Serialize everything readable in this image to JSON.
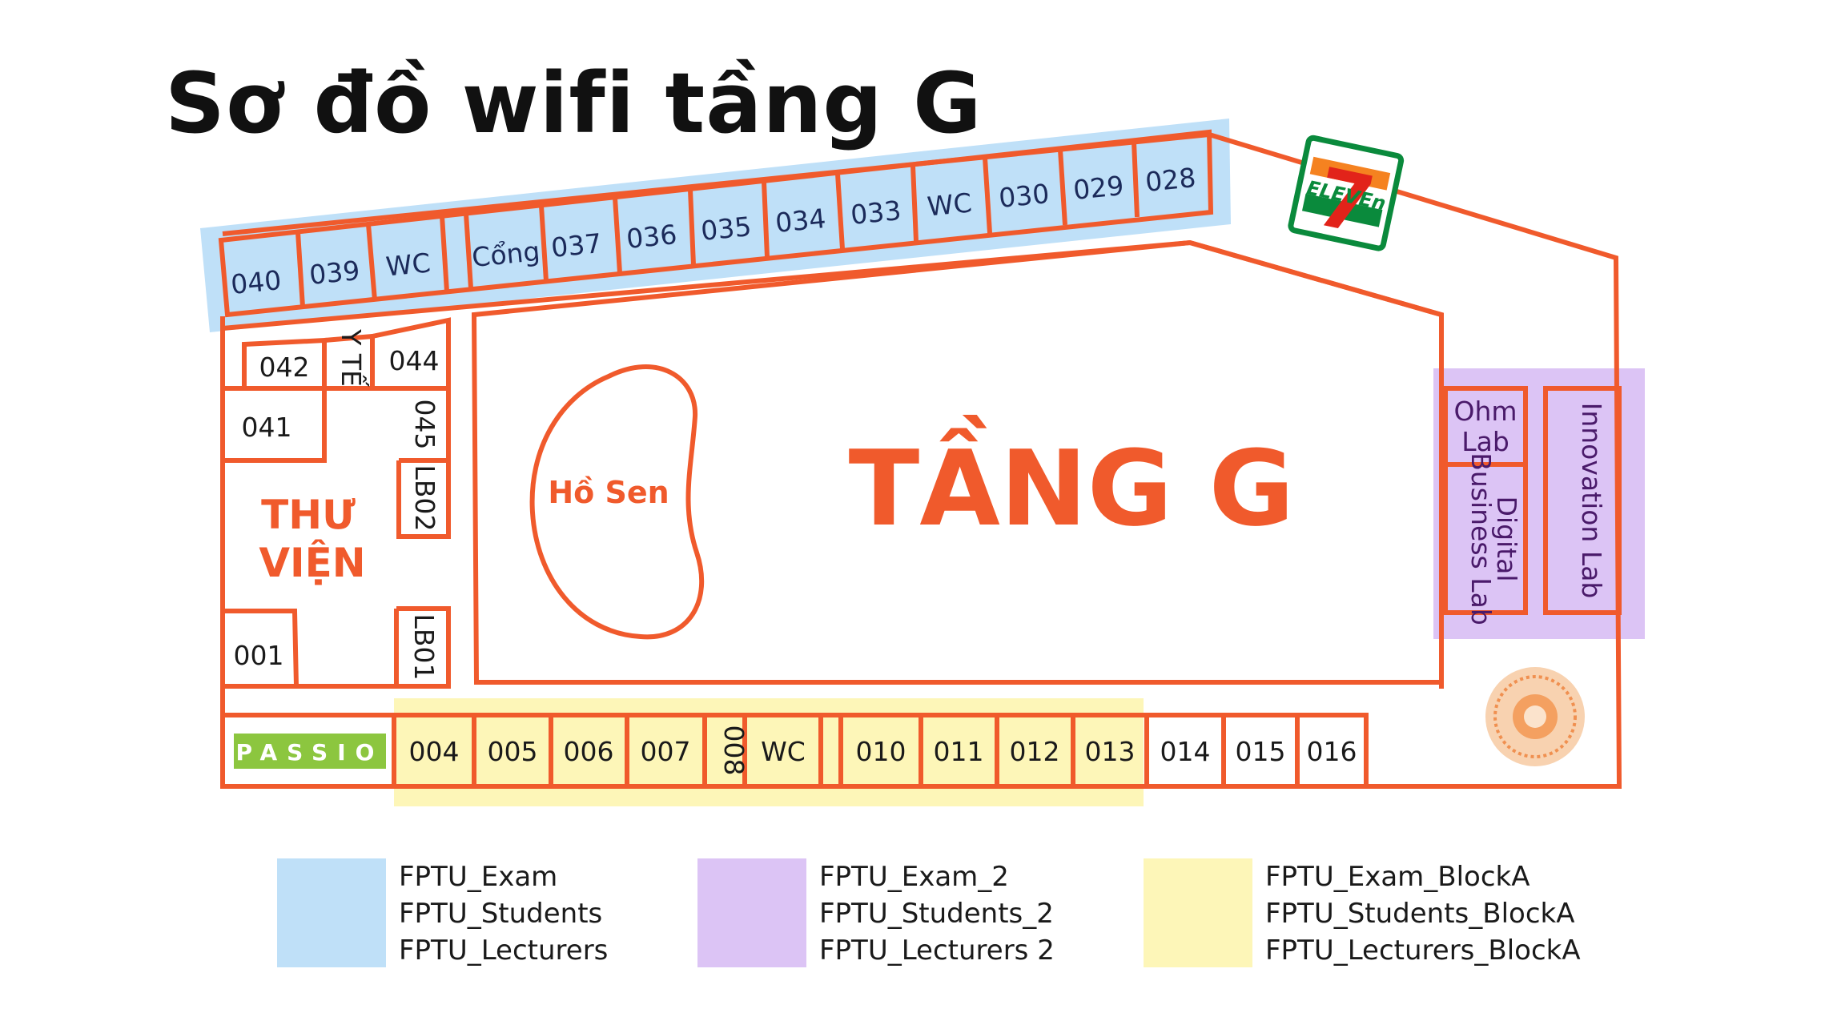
{
  "title": "Sơ đồ wifi tầng G",
  "colors": {
    "wall": "#f05a2c",
    "zone_exam": "#bfe0f8",
    "zone_exam2": "#dcc4f5",
    "zone_blocka": "#fdf6b8",
    "passio_green": "#8cc63f",
    "seven_green": "#0a8a3c",
    "seven_red": "#e2231a",
    "seven_orange": "#f58220"
  },
  "map": {
    "floor_label": "TẦNG G",
    "lake_label": "Hồ Sen",
    "library_label_line1": "THƯ",
    "library_label_line2": "VIỆN",
    "store_logo": {
      "icon": "seven-eleven-logo",
      "text": "ELEVEn",
      "digit": "7"
    },
    "passio_logo": {
      "icon": "passio-logo",
      "text": "PASSIO"
    },
    "seal_icon": "university-seal-icon",
    "top_rooms": [
      {
        "id": "r040",
        "label": "040"
      },
      {
        "id": "r039",
        "label": "039"
      },
      {
        "id": "rwc1",
        "label": "WC"
      },
      {
        "id": "rblank",
        "label": ""
      },
      {
        "id": "rcong",
        "label": "Cổng"
      },
      {
        "id": "r037",
        "label": "037"
      },
      {
        "id": "r036",
        "label": "036"
      },
      {
        "id": "r035",
        "label": "035"
      },
      {
        "id": "r034",
        "label": "034"
      },
      {
        "id": "r033",
        "label": "033"
      },
      {
        "id": "rwc2",
        "label": "WC"
      },
      {
        "id": "r030",
        "label": "030"
      },
      {
        "id": "r029",
        "label": "029"
      },
      {
        "id": "r028",
        "label": "028"
      }
    ],
    "left_rooms": {
      "r042": "042",
      "yte": "Y TẾ",
      "r044": "044",
      "r041": "041",
      "r045": "045",
      "lb02": "LB02",
      "r001": "001",
      "lb01": "LB01"
    },
    "bottom_rooms": [
      {
        "id": "r004",
        "label": "004"
      },
      {
        "id": "r005",
        "label": "005"
      },
      {
        "id": "r006",
        "label": "006"
      },
      {
        "id": "r007",
        "label": "007"
      },
      {
        "id": "r008",
        "label": "008"
      },
      {
        "id": "rwc3",
        "label": "WC"
      },
      {
        "id": "rblank2",
        "label": ""
      },
      {
        "id": "r010",
        "label": "010"
      },
      {
        "id": "r011",
        "label": "011"
      },
      {
        "id": "r012",
        "label": "012"
      },
      {
        "id": "r013",
        "label": "013"
      },
      {
        "id": "r014",
        "label": "014"
      },
      {
        "id": "r015",
        "label": "015"
      },
      {
        "id": "r016",
        "label": "016"
      }
    ],
    "right_rooms": {
      "ohm_line1": "Ohm",
      "ohm_line2": "Lab",
      "digital_line1": "Digital",
      "digital_line2": "Business Lab",
      "innovation": "Innovation Lab"
    }
  },
  "legend": [
    {
      "color": "#bfe0f8",
      "networks": [
        "FPTU_Exam",
        "FPTU_Students",
        "FPTU_Lecturers"
      ]
    },
    {
      "color": "#dcc4f5",
      "networks": [
        "FPTU_Exam_2",
        "FPTU_Students_2",
        "FPTU_Lecturers 2"
      ]
    },
    {
      "color": "#fdf6b8",
      "networks": [
        "FPTU_Exam_BlockA",
        "FPTU_Students_BlockA",
        "FPTU_Lecturers_BlockA"
      ]
    }
  ]
}
